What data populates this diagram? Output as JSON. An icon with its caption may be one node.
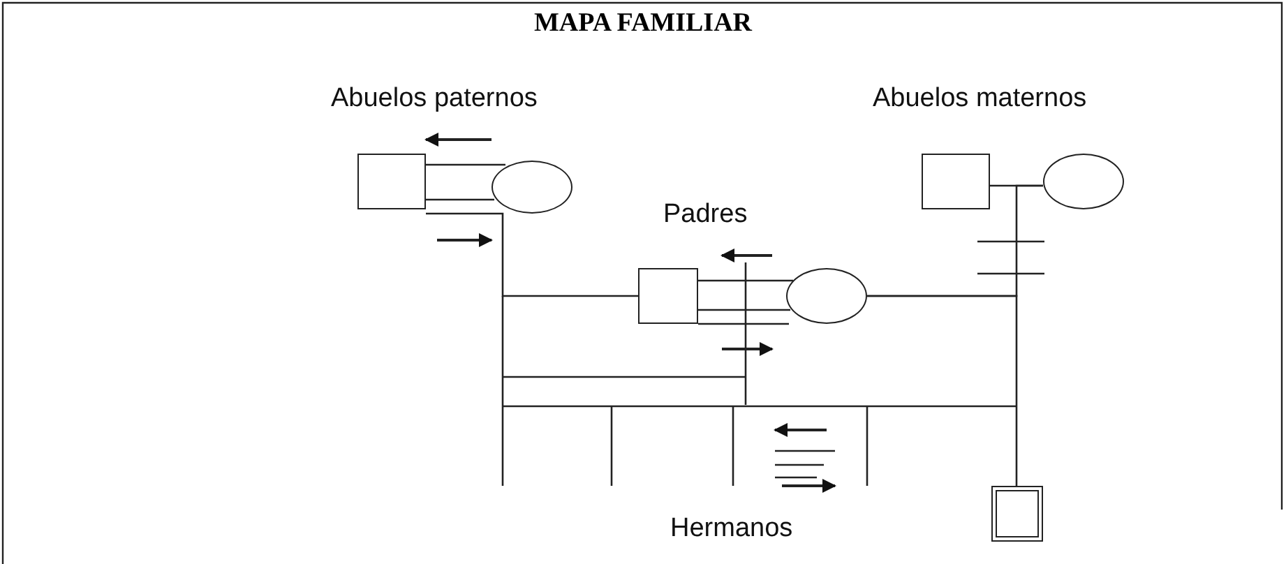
{
  "diagram": {
    "title": "MAPA FAMILIAR",
    "nodes": [
      {
        "text": [],
        "shape": "box"
      },
      {
        "text": [],
        "shape": "ellipse"
      },
      {
        "text": [],
        "shape": "box"
      },
      {
        "text": [],
        "shape": "ellipse"
      },
      {
        "text": [],
        "shape": "box"
      },
      {
        "text": [],
        "shape": "ellipse"
      },
      {
        "text": [],
        "shape": "double-box"
      }
    ],
    "edges": [
      {
        "from": 0,
        "to": 1,
        "arrow": "none"
      },
      {
        "from": 0,
        "to": 1,
        "arrow": "none"
      },
      {
        "from": 2,
        "to": 3,
        "arrow": "none"
      },
      {
        "from": 4,
        "to": 5,
        "arrow": "none"
      },
      {
        "from": 4,
        "to": 5,
        "arrow": "none"
      },
      {
        "from": 4,
        "to": 5,
        "arrow": "none"
      },
      {
        "from": 0,
        "to": 4,
        "arrow": "none"
      },
      {
        "from": 3,
        "to": 5,
        "arrow": "none"
      },
      {
        "from": 5,
        "to": 6,
        "arrow": "none"
      }
    ],
    "labels": [
      "Abuelos paternos",
      "Abuelos maternos",
      "Padres",
      "Hermanos"
    ]
  }
}
